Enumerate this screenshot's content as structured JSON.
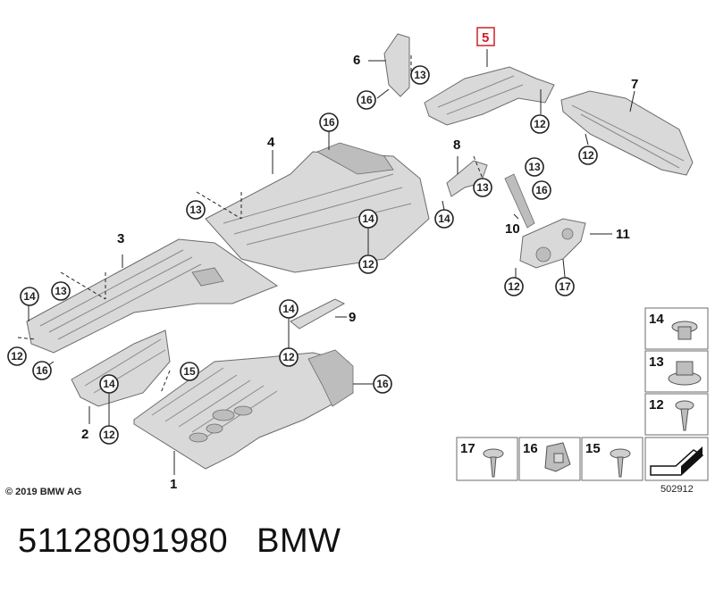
{
  "copyright": "© 2019 BMW AG",
  "diagram_number": "502912",
  "footer": {
    "part_number": "51128091980",
    "brand": "BMW"
  },
  "highlight_color": "#d0202a",
  "parts": {
    "p1": "1",
    "p2": "2",
    "p3": "3",
    "p4": "4",
    "p5": "5",
    "p6": "6",
    "p7": "7",
    "p8": "8",
    "p9": "9",
    "p10": "10",
    "p11": "11"
  },
  "callouts": {
    "c12": "12",
    "c13": "13",
    "c14": "14",
    "c15": "15",
    "c16": "16",
    "c17": "17"
  },
  "legend": [
    {
      "number": "14",
      "icon": "flange-nut-icon"
    },
    {
      "number": "13",
      "icon": "hex-nut-icon"
    },
    {
      "number": "12",
      "icon": "screw-icon"
    },
    {
      "number": "17",
      "icon": "screw-washer-icon"
    },
    {
      "number": "16",
      "icon": "clip-nut-icon"
    },
    {
      "number": "15",
      "icon": "screw-icon"
    }
  ]
}
